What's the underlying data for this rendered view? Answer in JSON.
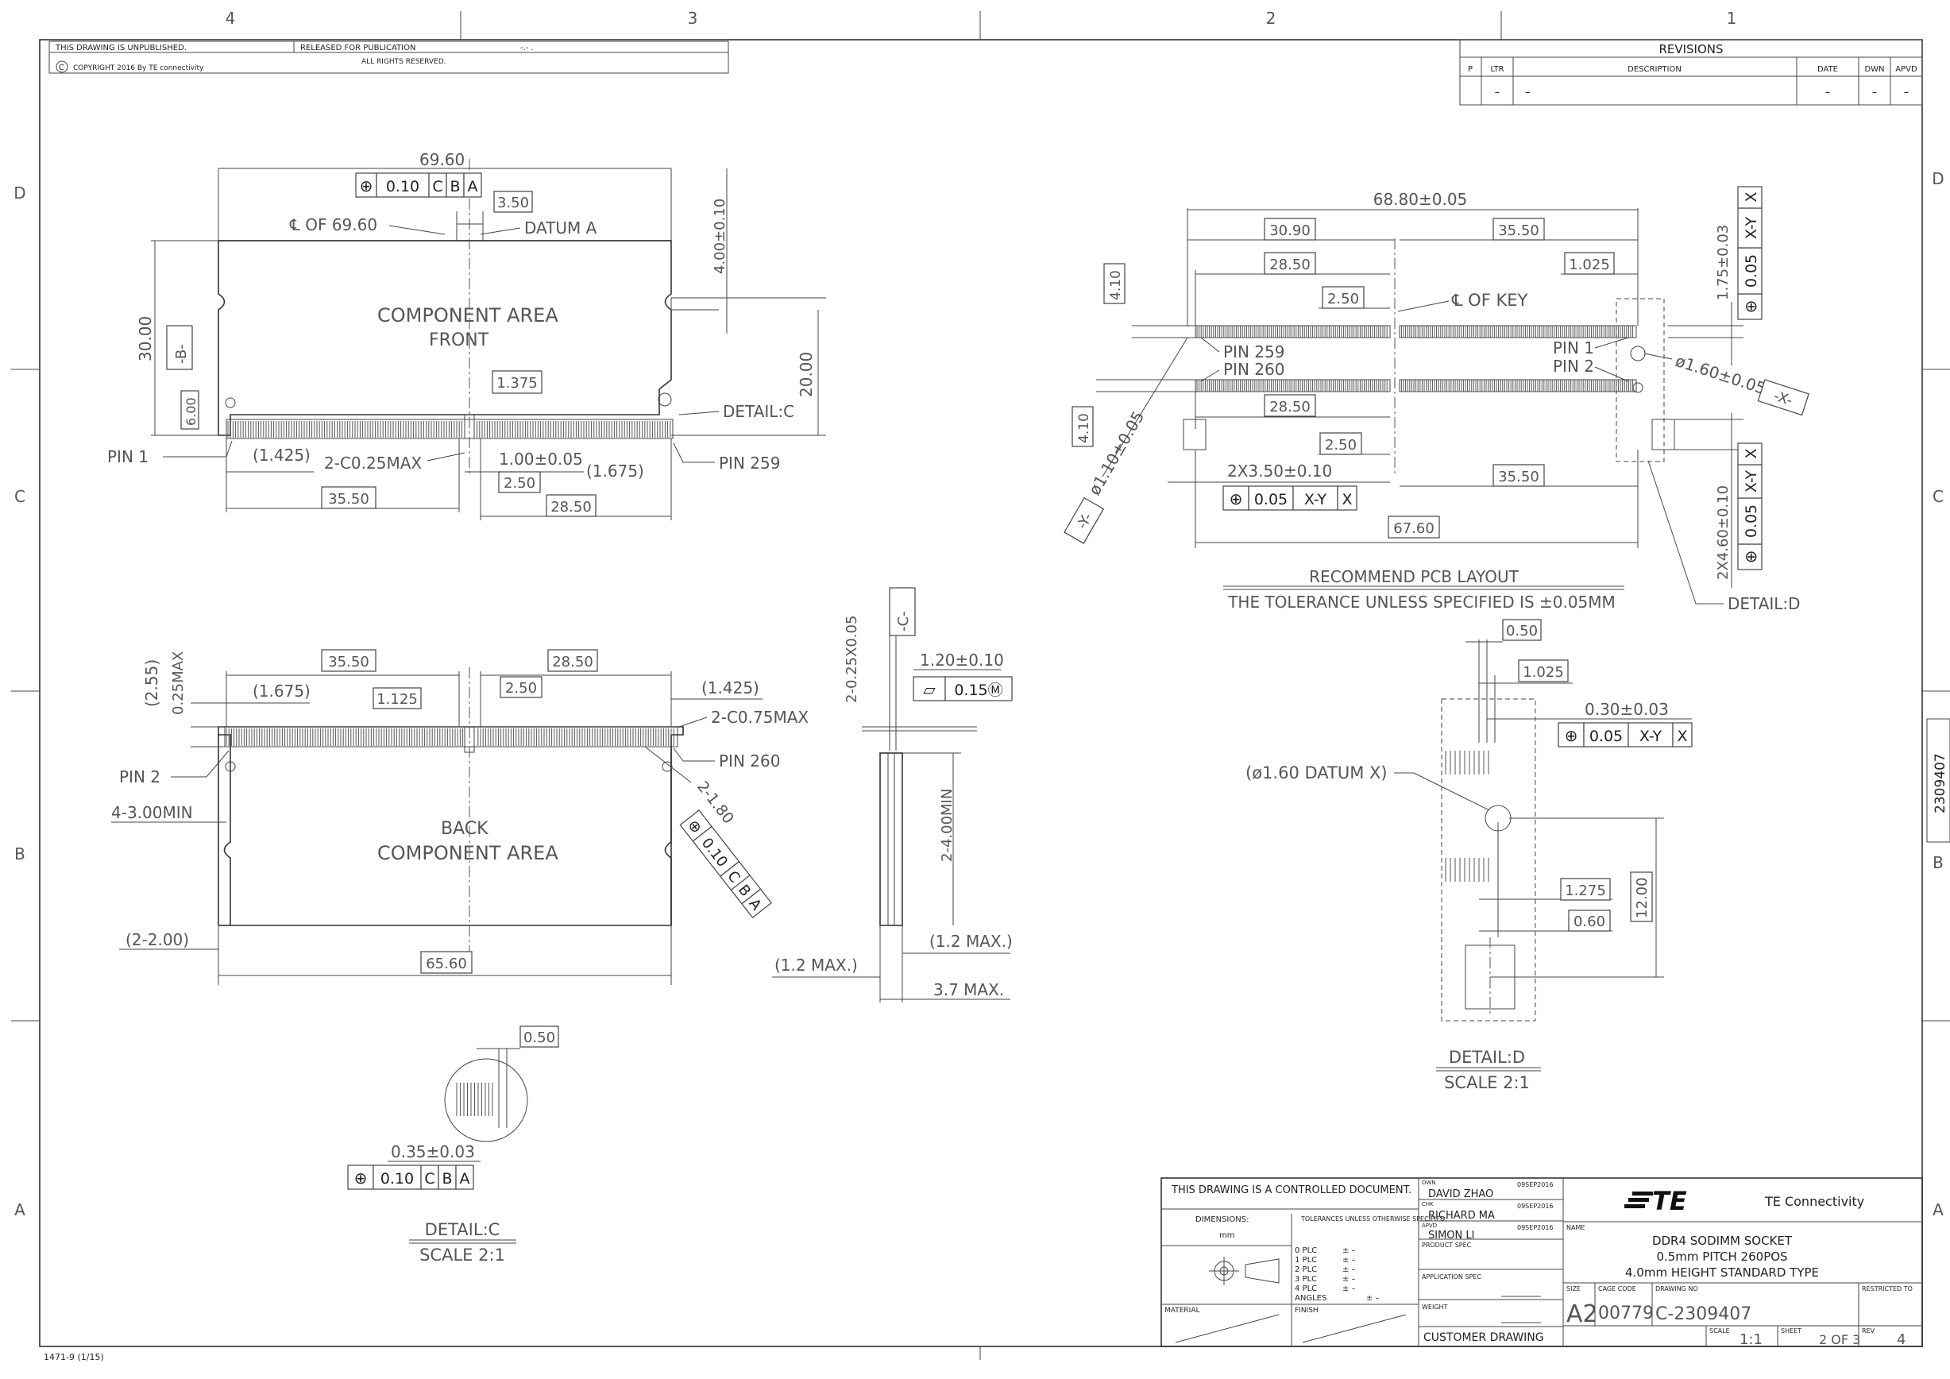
{
  "frame": {
    "zones_top": [
      "4",
      "3",
      "2",
      "1"
    ],
    "zones_side": [
      "D",
      "C",
      "B",
      "A"
    ],
    "form_no": "1471-9  (1/15)",
    "side_tab": "2309407"
  },
  "header": {
    "unpublished": "THIS DRAWING IS UNPUBLISHED.",
    "released": "RELEASED FOR PUBLICATION",
    "released_value": "-.-  .",
    "copyright": "COPYRIGHT  2016  By  TE  connectivity",
    "rights": "ALL  RIGHTS  RESERVED."
  },
  "revisions": {
    "title": "REVISIONS",
    "columns": [
      "P",
      "LTR",
      "DESCRIPTION",
      "DATE",
      "DWN",
      "APVD"
    ],
    "row": [
      "",
      "–",
      "–",
      "–",
      "–",
      "–"
    ]
  },
  "front_view": {
    "labels": [
      "COMPONENT AREA",
      "FRONT"
    ],
    "pin1": "PIN 1",
    "pin259": "PIN 259",
    "datum_a": "DATUM A",
    "cl": "℄ OF 69.60",
    "detail_c": "DETAIL:C",
    "chamfer": "2-C0.25MAX",
    "datum_b": "-B-",
    "gdt": [
      "⊕",
      "0.10",
      "C",
      "B",
      "A"
    ],
    "dims": {
      "overall": "69.60",
      "d350": "3.50",
      "d400": "4.00±0.10",
      "d3000": "30.00",
      "d2000": "20.00",
      "d600": "6.00",
      "d1375": "1.375",
      "d1425": "(1.425)",
      "d100": "1.00±0.05",
      "d1675": "(1.675)",
      "d250": "2.50",
      "d3550": "35.50",
      "d2850": "28.50"
    }
  },
  "back_view": {
    "labels": [
      "BACK",
      "COMPONENT AREA"
    ],
    "pin2": "PIN 2",
    "pin260": "PIN 260",
    "chamfer": "2-C0.75MAX",
    "holes": "4-3.00MIN",
    "radius": "2-1.80",
    "gdt": [
      "⊕",
      "0.10",
      "C",
      "B",
      "A"
    ],
    "dims": {
      "d255": "(2.55)",
      "d025": "0.25MAX",
      "d3550": "35.50",
      "d2850": "28.50",
      "d1675": "(1.675)",
      "d1125": "1.125",
      "d250": "2.50",
      "d1425": "(1.425)",
      "d200": "(2-2.00)",
      "d6560": "65.60"
    }
  },
  "side_view": {
    "datum_c": "-C-",
    "d025": "2-0.25X0.05",
    "d120": "1.20±0.10",
    "flat": [
      "▱",
      "0.15Ⓜ"
    ],
    "d400min": "2-4.00MIN",
    "d12max_r": "(1.2 MAX.)",
    "d12max_l": "(1.2 MAX.)",
    "d37": "3.7  MAX."
  },
  "detail_c": {
    "d050": "0.50",
    "d035": "0.35±0.03",
    "gdt": [
      "⊕",
      "0.10",
      "C",
      "B",
      "A"
    ],
    "title": "DETAIL:C",
    "scale": "SCALE  2:1"
  },
  "pcb_layout": {
    "d6880": "68.80±0.05",
    "d3090": "30.90",
    "d3550_top": "35.50",
    "d2850_top": "28.50",
    "d1025": "1.025",
    "d250_top": "2.50",
    "cl_key": "℄  OF  KEY",
    "d410_top": "4.10",
    "d410_bot": "4.10",
    "pin259": "PIN 259",
    "pin260": "PIN 260",
    "pin1": "PIN 1",
    "pin2": "PIN 2",
    "hole": "ø1.60±0.05",
    "datum_x": "-X-",
    "datum_y": "-Y-",
    "hole_y": "ø1.10±0.05",
    "d2850_bot": "28.50",
    "d250_bot": "2.50",
    "d3550_bot": "35.50",
    "d2x350": "2X3.50±0.10",
    "gdt_xy": [
      "⊕",
      "0.05",
      "X-Y",
      "X"
    ],
    "d6760": "67.60",
    "d175": "1.75±0.03",
    "gdt_v1": [
      "⊕",
      "0.05",
      "X-Y",
      "X"
    ],
    "d2x460": "2X4.60±0.10",
    "gdt_v2": [
      "⊕",
      "0.05",
      "X-Y",
      "X"
    ],
    "detail_d": "DETAIL:D",
    "title": "RECOMMEND  PCB  LAYOUT",
    "note": "THE  TOLERANCE  UNLESS  SPECIFIED  IS  ±0.05MM"
  },
  "detail_d": {
    "d050": "0.50",
    "d1025": "1.025",
    "d030": "0.30±0.03",
    "gdt": [
      "⊕",
      "0.05",
      "X-Y",
      "X"
    ],
    "datum": "(ø1.60  DATUM  X)",
    "d1275": "1.275",
    "d060": "0.60",
    "d1200": "12.00",
    "title": "DETAIL:D",
    "scale": "SCALE  2:1"
  },
  "title_block": {
    "controlled": "THIS DRAWING IS A CONTROLLED DOCUMENT.",
    "dimensions": "DIMENSIONS:",
    "units": "mm",
    "tolerances": "TOLERANCES UNLESS OTHERWISE SPECIFIED:",
    "plc": [
      "0  PLC",
      "1  PLC",
      "2  PLC",
      "3  PLC",
      "4  PLC",
      "ANGLES"
    ],
    "plc_vals": [
      "±  –",
      "±  –",
      "±  –",
      "±  –",
      "±  –",
      "±  –"
    ],
    "material": "MATERIAL",
    "finish": "FINISH",
    "dwn_label": "DWN",
    "dwn": "DAVID  ZHAO",
    "dwn_date": "09SEP2016",
    "chk_label": "CHK",
    "chk": "RICHARD  MA",
    "chk_date": "09SEP2016",
    "apvd_label": "APVD",
    "apvd": "SIMON  LI",
    "apvd_date": "09SEP2016",
    "product_spec": "PRODUCT SPEC",
    "application_spec": "APPLICATION SPEC",
    "weight": "WEIGHT",
    "customer": "CUSTOMER  DRAWING",
    "logo": "TE",
    "company": "TE  Connectivity",
    "name_label": "NAME",
    "name": [
      "DDR4  SODIMM  SOCKET",
      "0.5mm  PITCH  260POS",
      "4.0mm  HEIGHT  STANDARD  TYPE"
    ],
    "size_label": "SIZE",
    "size": "A2",
    "cage_label": "CAGE CODE",
    "cage": "00779",
    "dwgno_label": "DRAWING NO",
    "dwgno": "C-2309407",
    "restricted": "RESTRICTED TO",
    "scale_label": "SCALE",
    "scale": "1:1",
    "sheet_label": "SHEET",
    "sheet": "2  OF  3",
    "rev_label": "REV",
    "rev": "4"
  },
  "colors": {
    "ink": "#333333",
    "paper": "#ffffff"
  }
}
